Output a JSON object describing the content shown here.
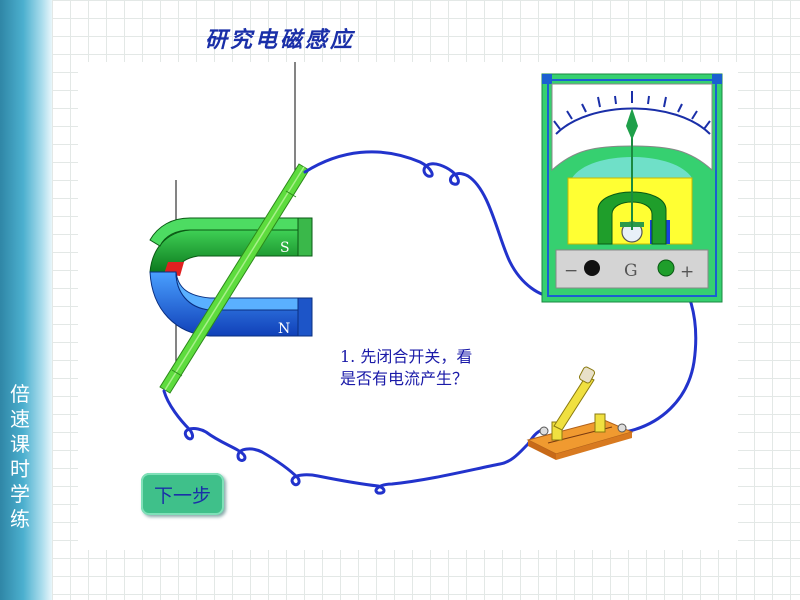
{
  "title": "研究电磁感应",
  "sidebar": {
    "text": "倍\n速\n课\n时\n学\n练"
  },
  "instruction": "1. 先闭合开关，看\n是否有电流产生？",
  "next_button": {
    "label": "下一步"
  },
  "magnet": {
    "north_label": "N",
    "south_label": "S"
  },
  "galvanometer": {
    "label": "G",
    "minus_label": "−",
    "plus_label": "+"
  },
  "colors": {
    "wire": "#2233cc",
    "rod": "#55dd33",
    "magnet_north": "#1e6fd8",
    "magnet_south": "#1f9e2b",
    "meter_frame": "#2cc46a"
  }
}
